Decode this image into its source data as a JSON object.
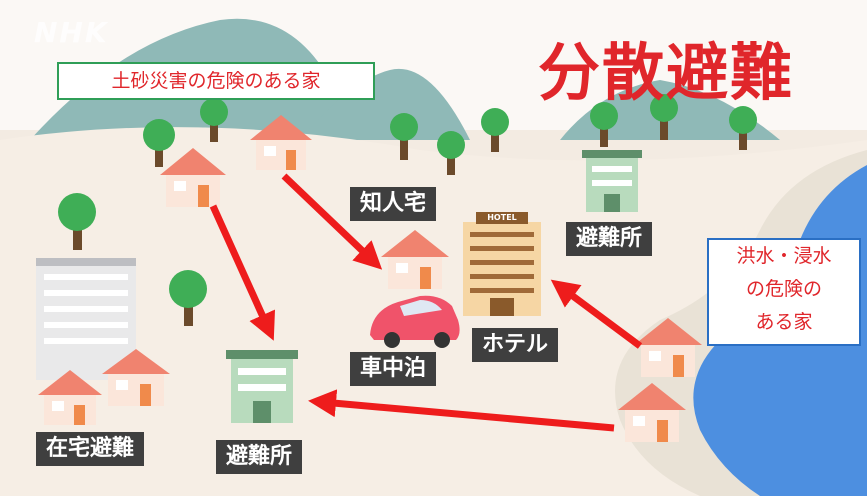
{
  "logo": "NHK",
  "title": "分散避難",
  "risk_labels": {
    "landslide": "土砂災害の危険のある家",
    "flood_lines": [
      "洪水・浸水",
      "の危険の",
      "ある家"
    ]
  },
  "destinations": {
    "acquaintance_home": "知人宅",
    "hotel": "ホテル",
    "hotel_sign": "HOTEL",
    "car": "車中泊",
    "shelter_right": "避難所",
    "shelter_bottom": "避難所",
    "home": "在宅避難"
  },
  "colors": {
    "title": "#e0262b",
    "arrow": "#ee1c1c",
    "landslide_box_border": "#2f9e57",
    "flood_box_border": "#2a6fc4",
    "river": "#4d8fe0",
    "label_bg": "#3f3f3f"
  }
}
